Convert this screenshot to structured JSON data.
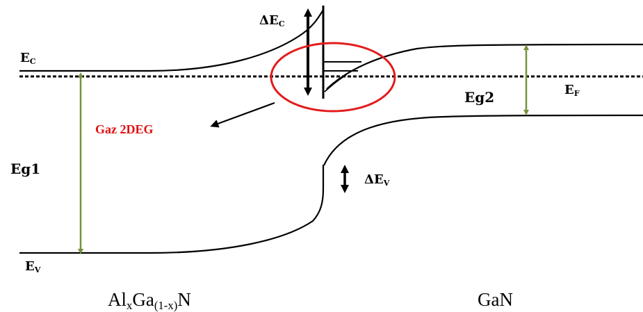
{
  "labels": {
    "ec": {
      "main": "E",
      "sub": "C"
    },
    "delta_ec": {
      "main": "ΔE",
      "sub": "C"
    },
    "ef": {
      "main": "E",
      "sub": "F"
    },
    "eg1": "Eg1",
    "eg2": "Eg2",
    "gas": "Gaz 2DEG",
    "delta_ev": {
      "main": "ΔE",
      "sub": "V"
    },
    "ev": {
      "main": "E",
      "sub": "V"
    }
  },
  "materials": {
    "left": {
      "a": "Al",
      "b": "x",
      "c": "Ga",
      "d": "(1-x)",
      "e": "N"
    },
    "right": "GaN"
  },
  "colors": {
    "line": "#000000",
    "gap_arrow": "#76923c",
    "circle": "#e31b1b",
    "gas_text": "#e01010"
  }
}
